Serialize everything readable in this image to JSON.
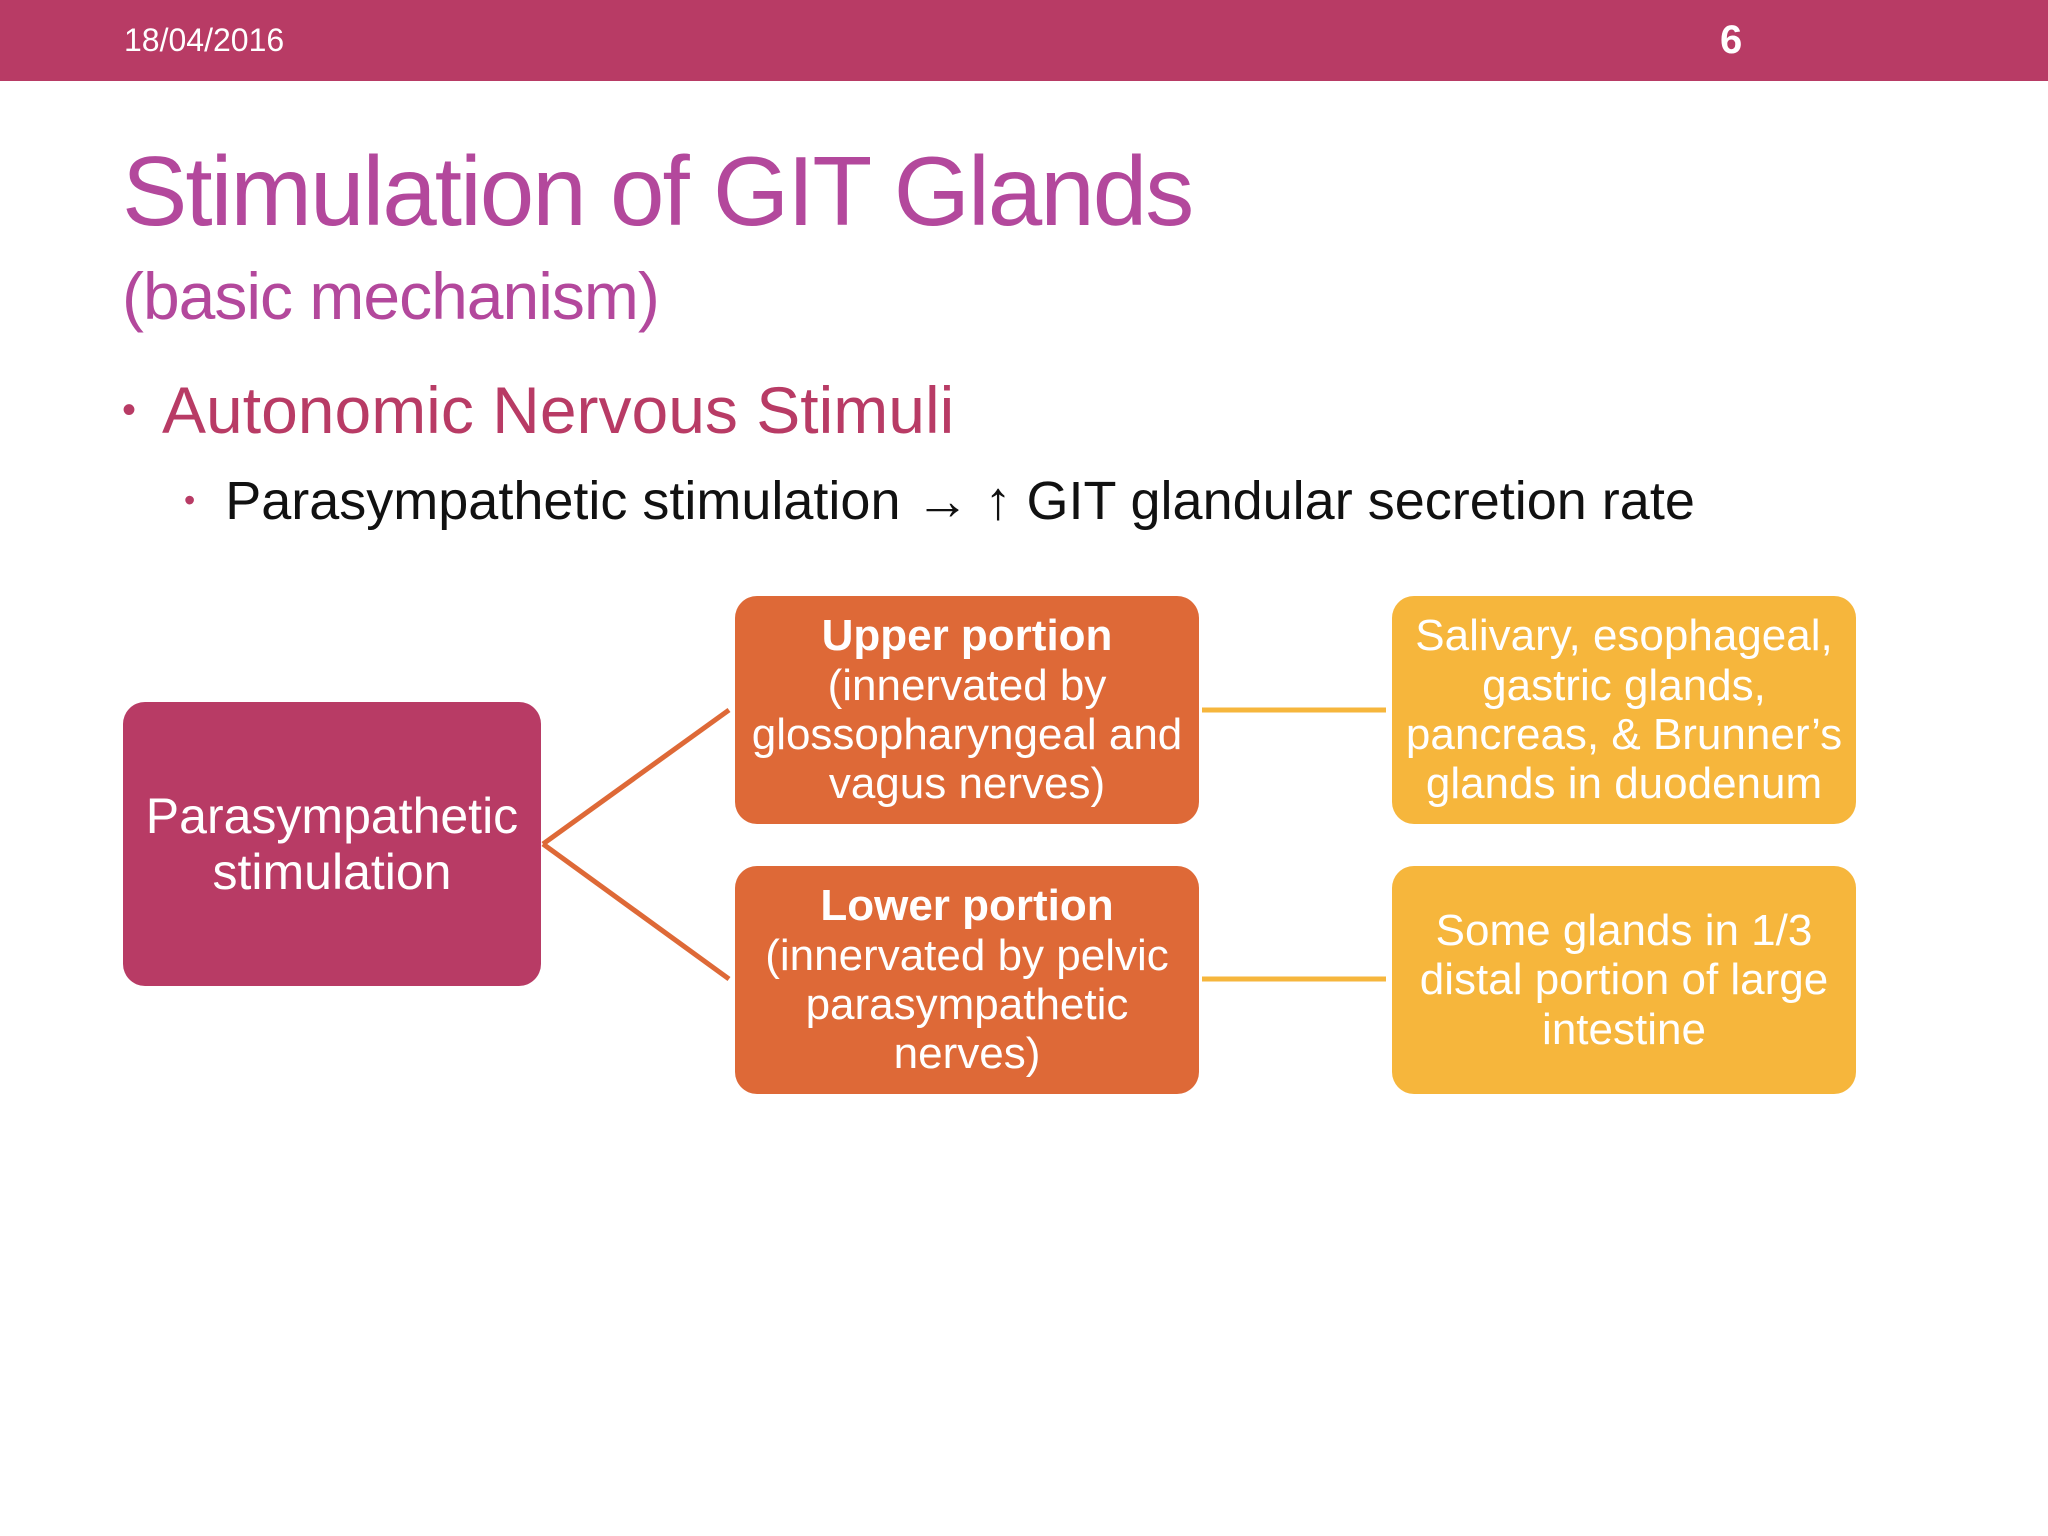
{
  "header": {
    "date": "18/04/2016",
    "slide_number": "6"
  },
  "title": "Stimulation of GIT Glands",
  "subtitle": "(basic mechanism)",
  "bullets": {
    "level1": "Autonomic Nervous Stimuli",
    "level2": "Parasympathetic stimulation → ↑ GIT glandular secretion rate"
  },
  "diagram": {
    "root": "Parasympathetic stimulation",
    "upper": {
      "heading": "Upper portion",
      "detail": "(innervated by glossopharyngeal and vagus nerves)",
      "targets": "Salivary, esophageal, gastric glands, pancreas, & Brunner’s glands in duodenum"
    },
    "lower": {
      "heading": "Lower portion",
      "detail": "(innervated by pelvic parasympathetic nerves)",
      "targets": "Some glands in 1/3 distal portion of large intestine"
    }
  },
  "colors": {
    "header_bar": "#b83b65",
    "title": "#b3489c",
    "root_box": "#b83b65",
    "portion_box": "#de6937",
    "target_box": "#f6b63c"
  }
}
